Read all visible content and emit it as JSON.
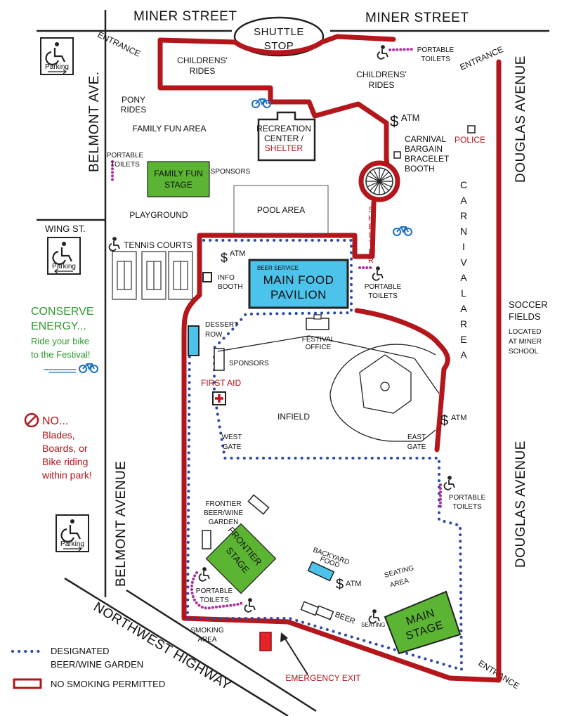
{
  "streets": {
    "miner_left": "MINER STREET",
    "miner_right": "MINER STREET",
    "belmont_ave_short": "BELMONT AVE.",
    "belmont_avenue": "BELMONT AVENUE",
    "douglas_top": "DOUGLAS AVENUE",
    "douglas_bottom": "DOUGLAS AVENUE",
    "wing": "WING ST.",
    "northwest_highway": "NORTHWEST HIGHWAY"
  },
  "shuttle": {
    "line1": "SHUTTLE",
    "line2": "STOP"
  },
  "entrances": {
    "nw": "ENTRANCE",
    "ne": "ENTRANCE",
    "se": "ENTRANCE"
  },
  "parking": {
    "label": "Parking"
  },
  "areas": {
    "childrens_rides_1": "CHILDRENS'",
    "childrens_rides_1b": "RIDES",
    "childrens_rides_2": "CHILDRENS'",
    "childrens_rides_2b": "RIDES",
    "pony_1": "PONY",
    "pony_2": "RIDES",
    "family_fun_area": "FAMILY FUN AREA",
    "portable_toilets": "PORTABLE",
    "toilets": "TOILETS",
    "family_fun_stage_1": "FAMILY FUN",
    "family_fun_stage_2": "STAGE",
    "sponsors": "SPONSORS",
    "playground": "PLAYGROUND",
    "pool_area": "POOL AREA",
    "rec_center_1": "RECREATION",
    "rec_center_2": "CENTER /",
    "rec_center_shelter": "SHELTER",
    "atm": "ATM",
    "carnival_booth_1": "CARNIVAL",
    "carnival_booth_2": "BARGAIN",
    "carnival_booth_3": "BRACELET",
    "carnival_booth_4": "BOOTH",
    "police": "POLICE",
    "carnival_area": "CARNIVAL AREA",
    "shelter_vertical": "SHELTER",
    "tennis_courts": "TENNIS COURTS",
    "info_booth_1": "INFO",
    "info_booth_2": "BOOTH",
    "beer_service": "BEER SERVICE",
    "main_food_1": "MAIN FOOD",
    "main_food_2": "PAVILION",
    "soccer_1": "SOCCER",
    "soccer_2": "FIELDS",
    "soccer_3": "LOCATED",
    "soccer_4": "AT MINER",
    "soccer_5": "SCHOOL",
    "dessert_1": "DESSERT",
    "dessert_2": "ROW",
    "festival_office_1": "FESTIVAL",
    "festival_office_2": "OFFICE",
    "first_aid": "FIRST AID",
    "infield": "INFIELD",
    "west_gate_1": "WEST",
    "west_gate_2": "GATE",
    "east_gate_1": "EAST",
    "east_gate_2": "GATE",
    "frontier_garden_1": "FRONTIER",
    "frontier_garden_2": "BEER/WINE",
    "frontier_garden_3": "GARDEN",
    "frontier_stage_1": "FRONTIER",
    "frontier_stage_2": "STAGE",
    "backyard_1": "BACKYARD",
    "backyard_2": "FOOD",
    "seating_area_1": "SEATING",
    "seating_area_2": "AREA",
    "beer": "BEER",
    "seating": "SEATING",
    "main_stage_1": "MAIN",
    "main_stage_2": "STAGE",
    "smoking_1": "SMOKING",
    "smoking_2": "AREA",
    "emergency_exit": "EMERGENCY EXIT"
  },
  "sidebar": {
    "conserve_1": "CONSERVE",
    "conserve_2": "ENERGY...",
    "conserve_3": "Ride your bike",
    "conserve_4": "to the Festival!",
    "no_1": "NO...",
    "no_2": "Blades,",
    "no_3": "Boards, or",
    "no_4": "Bike riding",
    "no_5": "within park!"
  },
  "legend": {
    "beer_1": "DESIGNATED",
    "beer_2": "BEER/WINE GARDEN",
    "smoking": "NO SMOKING PERMITTED"
  },
  "colors": {
    "boundary": "#b3161b",
    "dots": "#2b4aa8",
    "stage_green": "#5bb533",
    "pavilion_blue": "#4cc3ea",
    "toilet_purple": "#b0309e",
    "bike_blue": "#1a6fc4",
    "conserve_green": "#2e9a2e"
  }
}
